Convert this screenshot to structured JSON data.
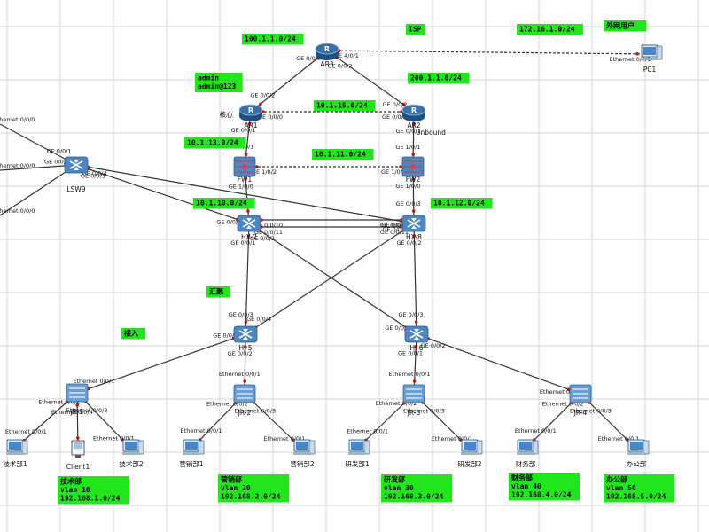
{
  "colors": {
    "grid": "#d6d6d6",
    "link": "#333333",
    "note_bg": "#22e61c",
    "router": "#3a6fa3",
    "switch": "#4d86c0",
    "firewall": "#4d86c0",
    "port_dot": "#cc1111"
  },
  "notes": [
    {
      "id": "n1",
      "lines": [
        "100.1.1.0/24"
      ]
    },
    {
      "id": "n2",
      "lines": [
        "ISP"
      ]
    },
    {
      "id": "n3",
      "lines": [
        "172.16.1.0/24"
      ]
    },
    {
      "id": "n4",
      "lines": [
        "外网用户"
      ]
    },
    {
      "id": "n5",
      "lines": [
        "admin",
        "admin@123"
      ]
    },
    {
      "id": "n6",
      "lines": [
        "200.1.1.0/24"
      ]
    },
    {
      "id": "n7",
      "lines": [
        "10.1.15.0/24"
      ]
    },
    {
      "id": "n8",
      "lines": [
        "10.1.13.0/24"
      ]
    },
    {
      "id": "n9",
      "lines": [
        "10.1.11.0/24"
      ]
    },
    {
      "id": "n10",
      "lines": [
        "10.1.10.0/24"
      ]
    },
    {
      "id": "n11",
      "lines": [
        "10.1.12.0/24"
      ]
    },
    {
      "id": "n12",
      "lines": [
        "汇聚"
      ]
    },
    {
      "id": "n13",
      "lines": [
        "接入"
      ]
    },
    {
      "id": "n14",
      "lines": [
        "技术部",
        "vlan 10",
        "192.168.1.0/24"
      ]
    },
    {
      "id": "n15",
      "lines": [
        "营销部",
        "vlan 20",
        "192.168.2.0/24"
      ]
    },
    {
      "id": "n16",
      "lines": [
        "研发部",
        "vlan 30",
        "192.168.3.0/24"
      ]
    },
    {
      "id": "n17",
      "lines": [
        "财务部",
        "vlan 40",
        "192.168.4.0/24"
      ]
    },
    {
      "id": "n18",
      "lines": [
        "办公部",
        "vlan 50",
        "192.168.5.0/24"
      ]
    }
  ],
  "devices": [
    {
      "id": "AR3",
      "type": "router",
      "label": "AR3"
    },
    {
      "id": "AR1",
      "type": "router",
      "label": "AR1"
    },
    {
      "id": "AR2",
      "type": "router",
      "label": "AR2"
    },
    {
      "id": "AR1_tag",
      "type": "text",
      "label": "核心"
    },
    {
      "id": "AR2_tag",
      "type": "text",
      "label": "Unbound"
    },
    {
      "id": "PC1",
      "type": "pc",
      "label": "PC1"
    },
    {
      "id": "FW1",
      "type": "firewall",
      "label": "FW1"
    },
    {
      "id": "FW2",
      "type": "firewall",
      "label": "FW2"
    },
    {
      "id": "LSW9",
      "type": "l3switch",
      "label": "LSW9"
    },
    {
      "id": "HX7",
      "type": "l3switch",
      "label": "HX-7"
    },
    {
      "id": "HX8",
      "type": "l3switch",
      "label": "HX-8"
    },
    {
      "id": "HJ5",
      "type": "l3switch",
      "label": "HJ-5"
    },
    {
      "id": "HJ6",
      "type": "l3switch",
      "label": "HJ-6"
    },
    {
      "id": "JR1",
      "type": "switch",
      "label": "JR-1"
    },
    {
      "id": "JR2",
      "type": "switch",
      "label": "JR-2"
    },
    {
      "id": "JR3",
      "type": "switch",
      "label": "JR-3"
    },
    {
      "id": "JR4",
      "type": "switch",
      "label": "JR-4"
    },
    {
      "id": "PC_js1",
      "type": "pc",
      "label": "技术部1"
    },
    {
      "id": "Client1",
      "type": "client",
      "label": "Client1"
    },
    {
      "id": "PC_js2",
      "type": "pc",
      "label": "技术部2"
    },
    {
      "id": "PC_yx1",
      "type": "pc",
      "label": "营销部1"
    },
    {
      "id": "PC_yx2",
      "type": "pc",
      "label": "营销部2"
    },
    {
      "id": "PC_yf1",
      "type": "pc",
      "label": "研发部1"
    },
    {
      "id": "PC_yf2",
      "type": "pc",
      "label": "研发部2"
    },
    {
      "id": "PC_cw",
      "type": "pc",
      "label": "财务部"
    },
    {
      "id": "PC_bg",
      "type": "pc",
      "label": "办公部"
    }
  ],
  "links": [
    {
      "id": "L1",
      "a": "AR3",
      "b": "AR1",
      "pa": "GE 0/0/0",
      "pb": "GE 0/0/2"
    },
    {
      "id": "L2",
      "a": "AR3",
      "b": "AR2",
      "pa": "GE 0/0/2",
      "pb": "GE 0/0/2"
    },
    {
      "id": "L3",
      "a": "AR3",
      "b": "PC1",
      "pa": "GE 4/0/1",
      "pb": "Ethernet 0/0/1"
    },
    {
      "id": "L4",
      "a": "AR1",
      "b": "AR2",
      "pa": "GE 0/0/0",
      "pb": "GE 0/0/0"
    },
    {
      "id": "L5",
      "a": "AR1",
      "b": "FW1",
      "pa": "GE 0/0/1",
      "pb": "GE 1/0/1"
    },
    {
      "id": "L6",
      "a": "AR2",
      "b": "FW2",
      "pa": "GE 0/0/1",
      "pb": "GE 1/0/1"
    },
    {
      "id": "L7",
      "a": "FW1",
      "b": "FW2",
      "pa": "GE 1/0/2",
      "pb": "GE 1/0/2"
    },
    {
      "id": "L8",
      "a": "FW1",
      "b": "HX7",
      "pa": "GE 1/0/0",
      "pb": "GE 0/0/3"
    },
    {
      "id": "L9",
      "a": "FW2",
      "b": "HX8",
      "pa": "GE 1/0/0",
      "pb": "GE 0/0/3"
    },
    {
      "id": "L10",
      "a": "HX7",
      "b": "HX8",
      "pa": "GE 0/0/10",
      "pb": "GE 0/0/10"
    },
    {
      "id": "L11",
      "a": "HX7",
      "b": "HX8",
      "pa": "GE 0/0/11",
      "pb": "GE 0/0/11"
    },
    {
      "id": "L12",
      "a": "LSW9",
      "b": "HX7",
      "pa": "GE 0/0/3",
      "pb": "GE 0/0/9"
    },
    {
      "id": "L13",
      "a": "LSW9",
      "b": "HX8",
      "pa": "GE 0/0/4",
      "pb": "GE 0/0/9"
    },
    {
      "id": "L14",
      "a": "HX7",
      "b": "HJ5",
      "pa": "GE 0/0/1",
      "pb": "GE 0/0/3"
    },
    {
      "id": "L15",
      "a": "HX7",
      "b": "HJ6",
      "pa": "GE 0/0/2",
      "pb": "GE 0/0/4"
    },
    {
      "id": "L16",
      "a": "HX8",
      "b": "HJ5",
      "pa": "GE 0/0/1",
      "pb": "GE 0/0/4"
    },
    {
      "id": "L17",
      "a": "HX8",
      "b": "HJ6",
      "pa": "GE 0/0/2",
      "pb": "GE 0/0/3"
    },
    {
      "id": "L18",
      "a": "HJ5",
      "b": "JR1",
      "pa": "GE 0/0/1",
      "pb": "Ethernet 0/0/1"
    },
    {
      "id": "L19",
      "a": "HJ5",
      "b": "JR2",
      "pa": "GE 0/0/2",
      "pb": "Ethernet 0/0/1"
    },
    {
      "id": "L20",
      "a": "HJ6",
      "b": "JR3",
      "pa": "GE 0/0/1",
      "pb": "Ethernet 0/0/1"
    },
    {
      "id": "L21",
      "a": "HJ6",
      "b": "JR4",
      "pa": "GE 0/0/2",
      "pb": "Ethernet 0/0/1"
    },
    {
      "id": "L22",
      "a": "JR1",
      "b": "PC_js1",
      "pa": "Ethernet 0/0/2",
      "pb": "Ethernet 0/0/1"
    },
    {
      "id": "L23",
      "a": "JR1",
      "b": "Client1",
      "pa": "Ethernet 0/0/4",
      "pb": ""
    },
    {
      "id": "L24",
      "a": "JR1",
      "b": "PC_js2",
      "pa": "Ethernet 0/0/3",
      "pb": "Ethernet 0/0/1"
    },
    {
      "id": "L25",
      "a": "JR2",
      "b": "PC_yx1",
      "pa": "Ethernet 0/0/2",
      "pb": "Ethernet 0/0/1"
    },
    {
      "id": "L26",
      "a": "JR2",
      "b": "PC_yx2",
      "pa": "Ethernet 0/0/3",
      "pb": "Ethernet 0/0/1"
    },
    {
      "id": "L27",
      "a": "JR3",
      "b": "PC_yf1",
      "pa": "Ethernet 0/0/2",
      "pb": "Ethernet 0/0/1"
    },
    {
      "id": "L28",
      "a": "JR3",
      "b": "PC_yf2",
      "pa": "Ethernet 0/0/3",
      "pb": "Ethernet 0/0/1"
    },
    {
      "id": "L29",
      "a": "JR4",
      "b": "PC_cw",
      "pa": "Ethernet 0/0/2",
      "pb": "Ethernet 0/0/1"
    },
    {
      "id": "L30",
      "a": "JR4",
      "b": "PC_bg",
      "pa": "Ethernet 0/0/3",
      "pb": "Ethernet 0/0/1"
    }
  ],
  "offscreen_links": [
    {
      "id": "O1",
      "a": "LSW9",
      "pa": "GE 0/0/1",
      "pb": "Ethernet 0/0/0"
    },
    {
      "id": "O2",
      "a": "LSW9",
      "pa": "GE 0/0/2",
      "pb": "Ethernet 0/0/0"
    },
    {
      "id": "O3",
      "a": "LSW9",
      "pa": "",
      "pb": "Ethernet 0/0/0"
    }
  ]
}
